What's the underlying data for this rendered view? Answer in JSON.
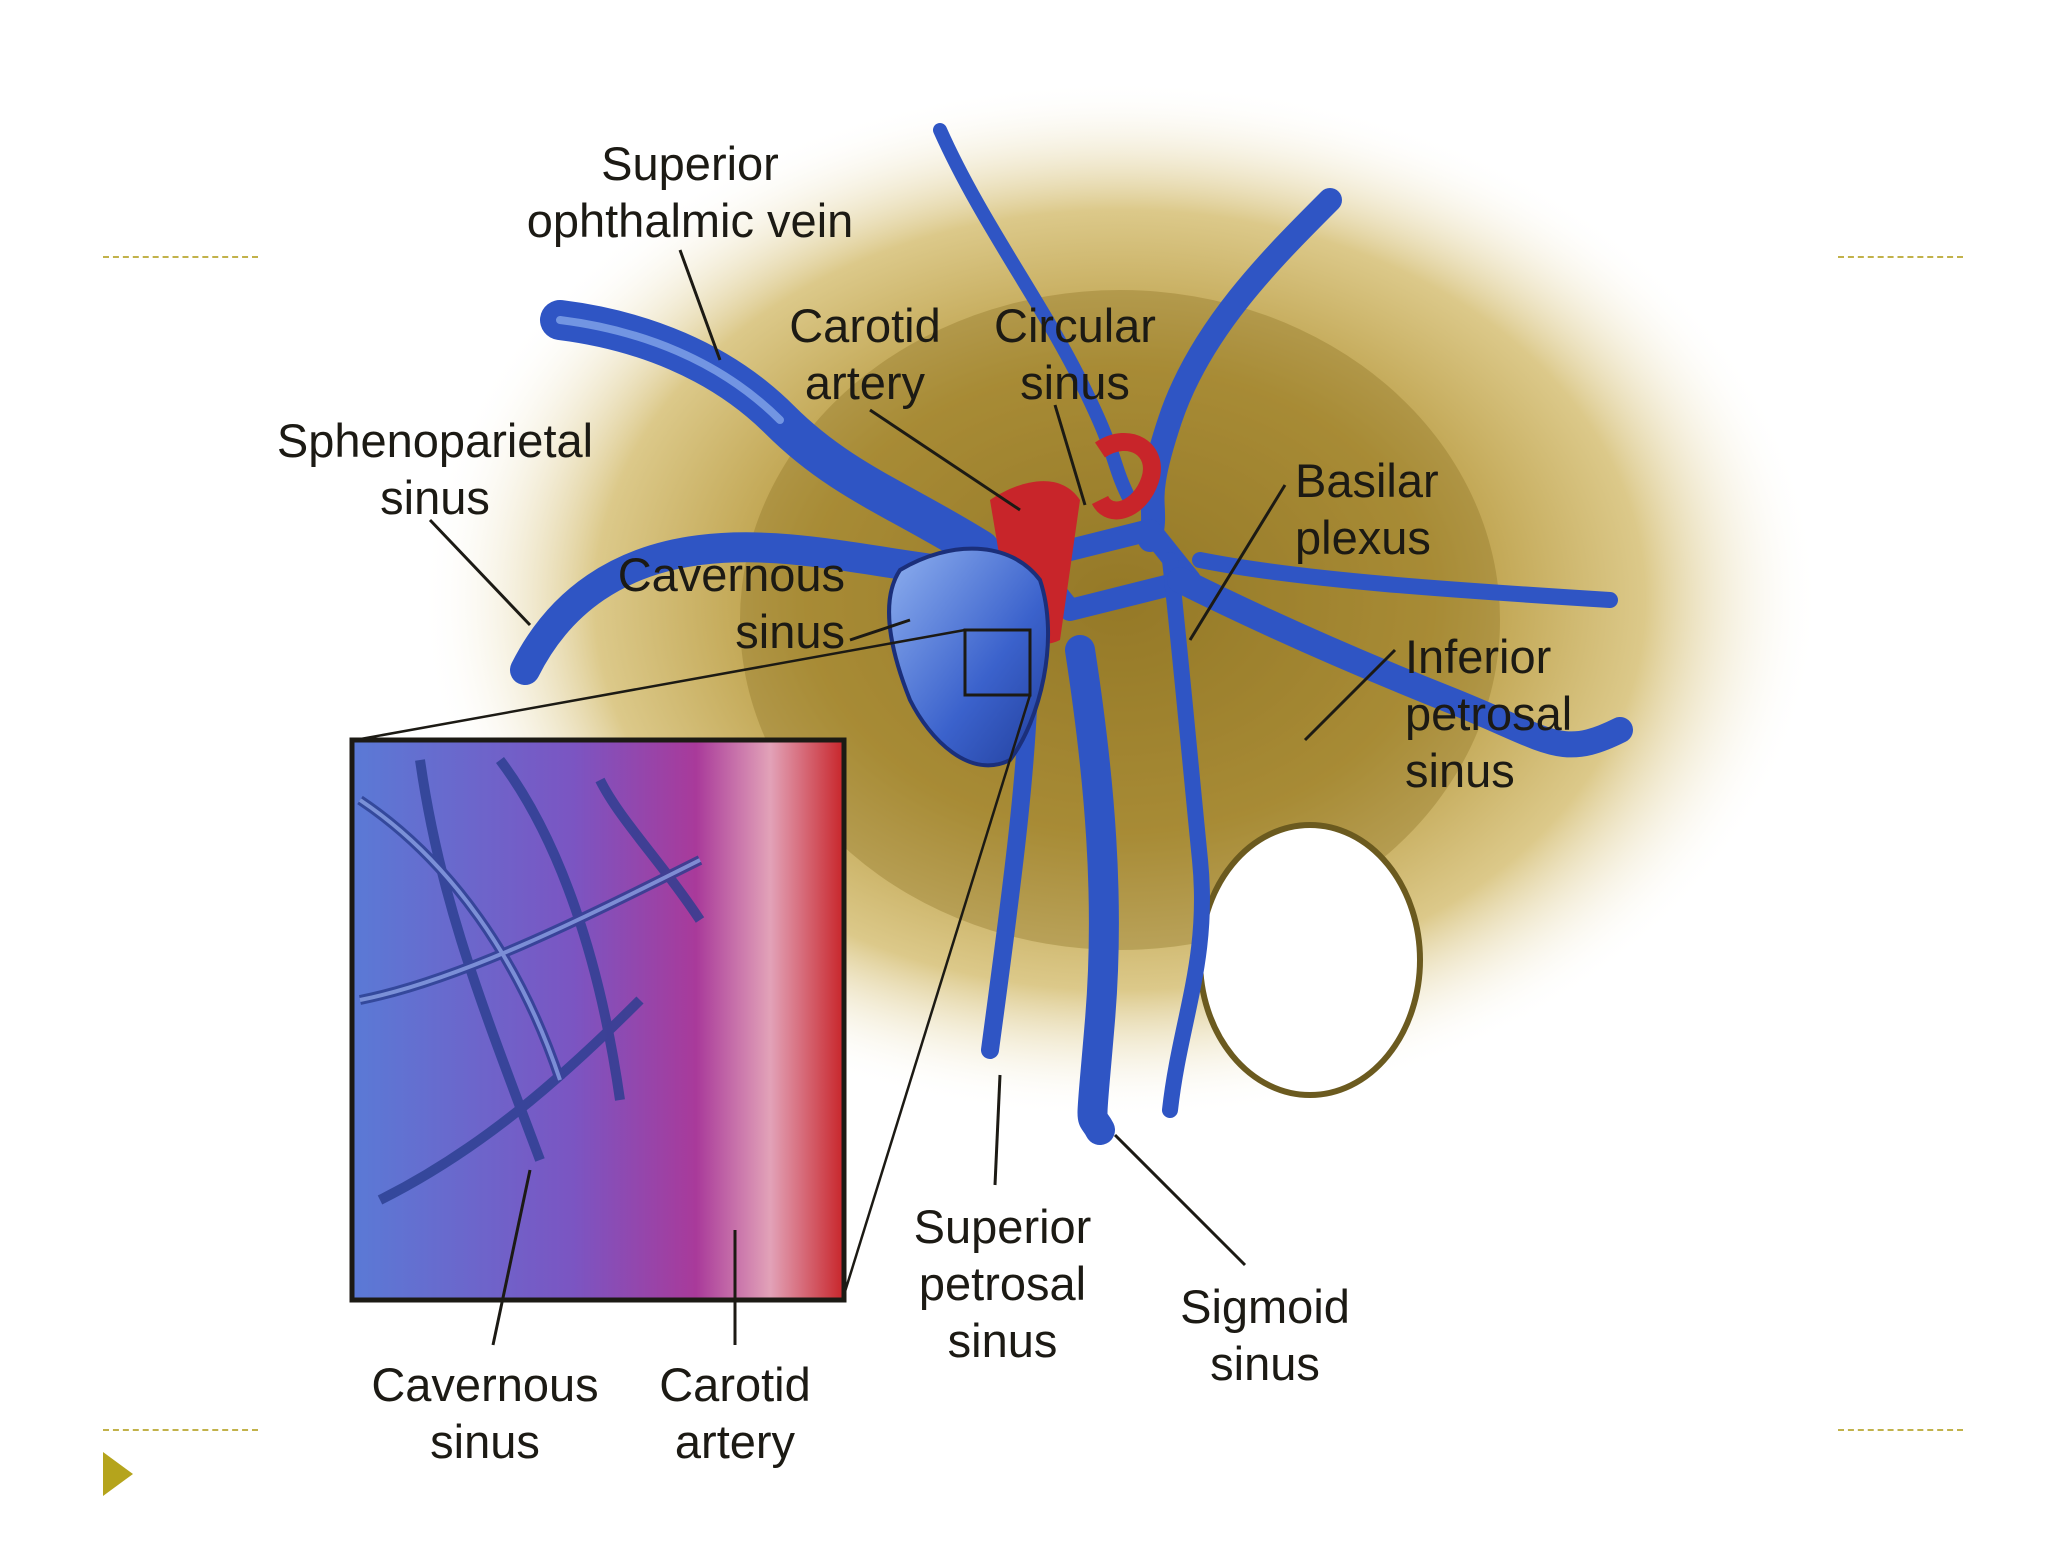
{
  "slide": {
    "accent_color": "#c2b24a",
    "bullet_color": "#b5a41c",
    "bullet_icon": "triangle-right-icon"
  },
  "figure": {
    "labels": {
      "superior_ophthalmic_vein": "Superior\nophthalmic vein",
      "sphenoparietal_sinus": "Sphenoparietal\nsinus",
      "carotid_artery": "Carotid\nartery",
      "circular_sinus": "Circular\nsinus",
      "basilar_plexus": "Basilar\nplexus",
      "cavernous_sinus": "Cavernous\nsinus",
      "inferior_petrosal_sinus": "Inferior\npetrosal\nsinus",
      "superior_petrosal_sinus": "Superior\npetrosal\nsinus",
      "sigmoid_sinus": "Sigmoid\nsinus",
      "inset_cavernous_sinus": "Cavernous\nsinus",
      "inset_carotid_artery": "Carotid\nartery"
    },
    "colors": {
      "vein_blue": "#2f55c4",
      "vein_dark": "#1b2f7a",
      "artery_red": "#c8252a",
      "bone_tan": "#b89a40"
    }
  }
}
